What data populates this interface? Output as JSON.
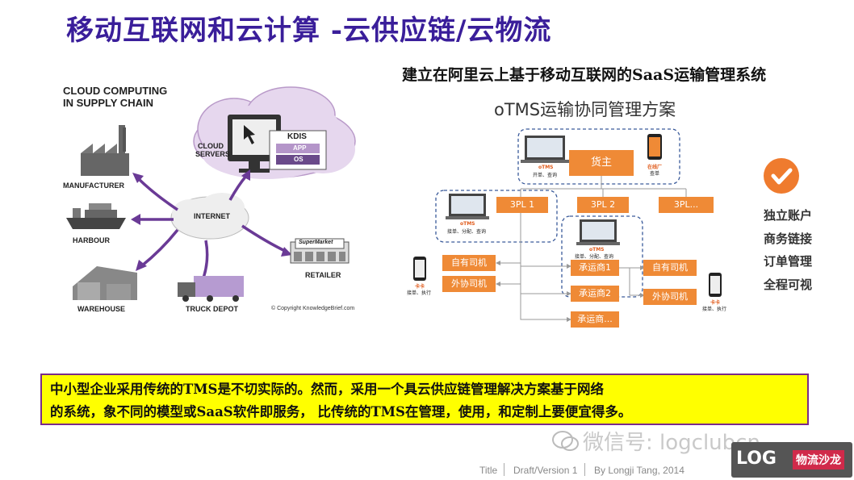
{
  "page_title": "移动互联网和云计算 -云供应链/云物流",
  "subtitle": "建立在阿里云上基于移动互联网的SaaS运输管理系统",
  "left_diagram": {
    "title_line1": "CLOUD COMPUTING",
    "title_line2": "IN SUPPLY CHAIN",
    "cloud_label_line1": "CLOUD",
    "cloud_label_line2": "SERVERS",
    "kdis": "KDIS",
    "app": "APP",
    "os": "OS",
    "internet": "INTERNET",
    "manufacturer": "MANUFACTURER",
    "harbour": "HARBOUR",
    "warehouse": "WAREHOUSE",
    "truck_depot": "TRUCK DEPOT",
    "retailer": "RETAILER",
    "supermarket": "SuperMarket",
    "copyright": "© Copyright KnowledgeBrief.com"
  },
  "otms": {
    "title": "oTMS运输协同管理方案",
    "shipper": "货主",
    "pl1": "3PL 1",
    "pl2": "3PL 2",
    "pl3": "3PL...",
    "carrier1": "承运商1",
    "carrier2": "承运商2",
    "carrier3": "承运商...",
    "own_driver_left": "自有司机",
    "ext_driver_left": "外协司机",
    "own_driver_right": "自有司机",
    "ext_driver_right": "外协司机",
    "otms_top": "oTMS",
    "otms_top_caption": "开单、查询",
    "app_top": "在线厂",
    "app_top_caption": "查单",
    "otms_left": "oTMS",
    "otms_left_caption": "接单、分配、查询",
    "otms_mid": "oTMS",
    "otms_mid_caption": "接单、分配、查询",
    "phone_left": "卡卡",
    "phone_left_caption": "接单、执行",
    "phone_right": "卡卡",
    "phone_right_caption": "接单、执行"
  },
  "features": [
    "独立账户",
    "商务链接",
    "订单管理",
    "全程可视"
  ],
  "note_line1": "中小型企业采用传统的TMS是不切实际的。然而，采用一个具云供应链管理解决方案基于网络",
  "note_line2": "的系统，象不同的模型或SaaS软件即服务， 比传统的TMS在管理，使用，和定制上要便宜得多。",
  "watermark": "微信号: logclubcn",
  "footer": {
    "title": "Title",
    "version": "Draft/Version 1",
    "author": "By Longji Tang, 2014"
  },
  "logo": {
    "log": "LOG",
    "badge": "物流沙龙"
  },
  "colors": {
    "title": "#3a1e9a",
    "orange": "#ef8a36",
    "purple": "#6a3a96",
    "note_bg": "#ffff00"
  }
}
